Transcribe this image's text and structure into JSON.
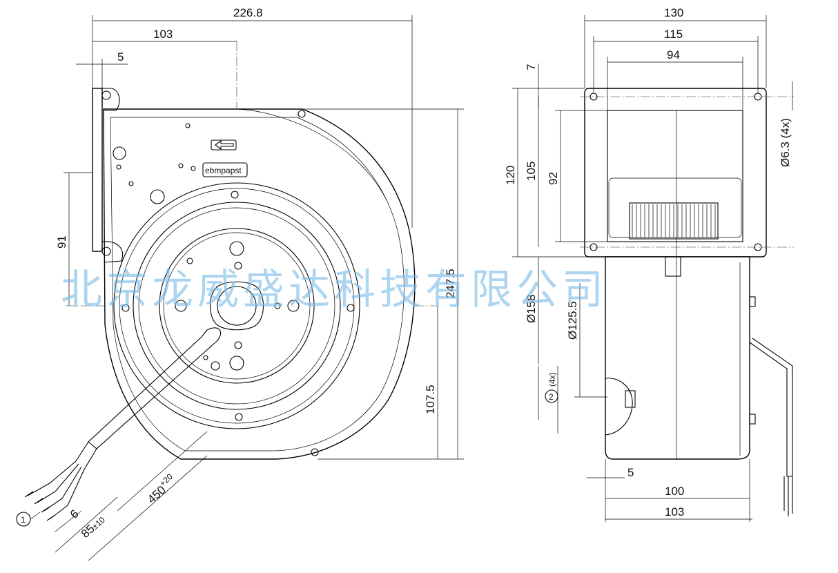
{
  "dimensions": {
    "overall_width": "226.8",
    "inlet_center_x": "103",
    "flange_thickness": "5",
    "mount_height": "91",
    "overall_height": "247.5",
    "center_height": "107.5",
    "cable_length_main": "450",
    "cable_length_tol": "+20",
    "strip_length": "6",
    "wire_length_main": "85",
    "wire_length_tol": "±10",
    "flange_width": "130",
    "hole_spacing_w": "115",
    "outlet_width": "94",
    "hole_offset": "7",
    "flange_height": "120",
    "hole_spacing_h": "105",
    "outlet_height": "92",
    "hole_diameter": "Ø6.3 (4x)",
    "housing_diameter": "Ø158",
    "motor_diameter": "Ø125.5",
    "mount_note": "(4x)",
    "depth_offset": "5",
    "depth_inner": "100",
    "depth_outer": "103"
  },
  "callouts": {
    "wires": "1",
    "mounting": "2"
  },
  "brand_label": "ebmpapst",
  "watermark": "北京龙威盛达科技有限公司"
}
